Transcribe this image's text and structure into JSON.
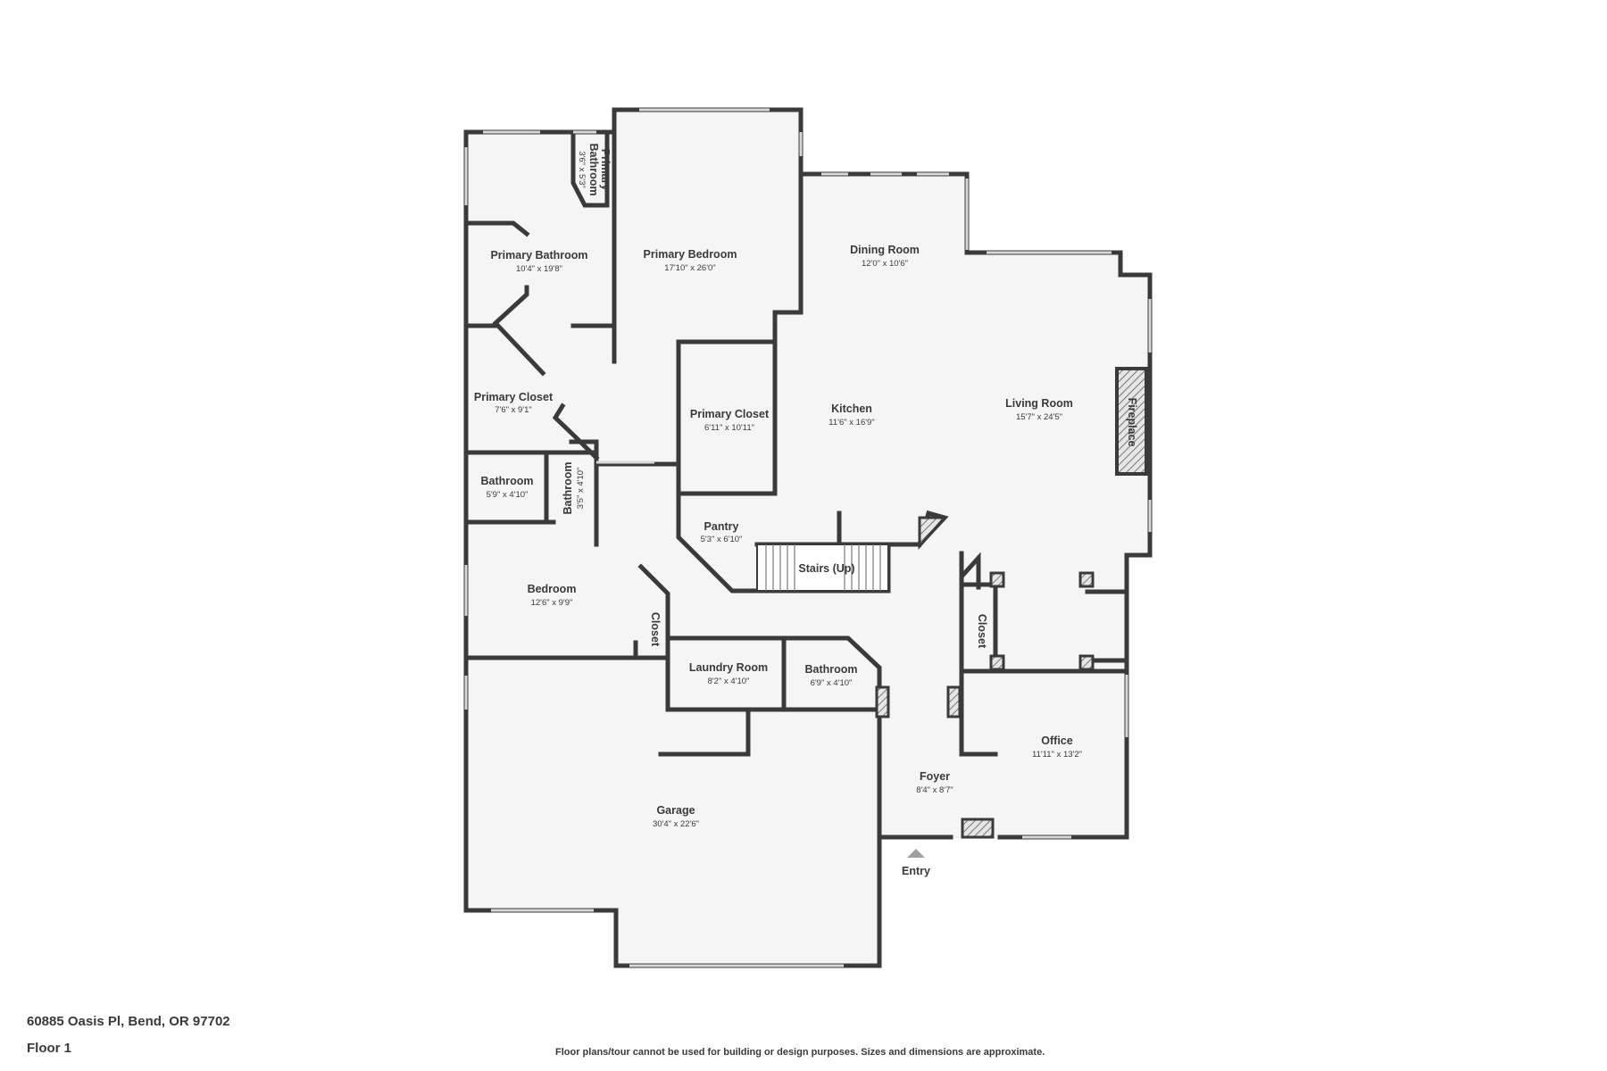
{
  "property": {
    "address": "60885 Oasis Pl, Bend, OR 97702",
    "floor_label": "Floor 1",
    "disclaimer": "Floor plans/tour cannot be used for building or design purposes. Sizes and dimensions are approximate."
  },
  "rooms": {
    "primary_bathroom_small": {
      "name_line1": "Primary",
      "name_line2": "Bathroom",
      "dims": "3'6\" x 5'3\""
    },
    "primary_bathroom": {
      "name": "Primary Bathroom",
      "dims": "10'4\" x 19'8\""
    },
    "primary_bedroom": {
      "name": "Primary Bedroom",
      "dims": "17'10\" x 26'0\""
    },
    "dining_room": {
      "name": "Dining Room",
      "dims": "12'0\" x 10'6\""
    },
    "primary_closet_left": {
      "name": "Primary Closet",
      "dims": "7'6\" x 9'1\""
    },
    "primary_closet_center": {
      "name": "Primary Closet",
      "dims": "6'11\" x 10'11\""
    },
    "kitchen": {
      "name": "Kitchen",
      "dims": "11'6\" x 16'9\""
    },
    "living_room": {
      "name": "Living Room",
      "dims": "15'7\" x 24'5\""
    },
    "fireplace": {
      "name": "Fireplace"
    },
    "bathroom_left": {
      "name": "Bathroom",
      "dims": "5'9\" x 4'10\""
    },
    "bathroom_vertical": {
      "name": "Bathroom",
      "dims": "3'5\" x 4'10\""
    },
    "pantry": {
      "name": "Pantry",
      "dims": "5'3\" x 6'10\""
    },
    "stairs": {
      "name": "Stairs (Up)"
    },
    "bedroom": {
      "name": "Bedroom",
      "dims": "12'6\" x 9'9\""
    },
    "closet_bedroom": {
      "name": "Closet"
    },
    "closet_foyer": {
      "name": "Closet"
    },
    "laundry_room": {
      "name": "Laundry Room",
      "dims": "8'2\" x 4'10\""
    },
    "bathroom_center": {
      "name": "Bathroom",
      "dims": "6'9\" x 4'10\""
    },
    "office": {
      "name": "Office",
      "dims": "11'11\" x 13'2\""
    },
    "foyer": {
      "name": "Foyer",
      "dims": "8'4\" x 8'7\""
    },
    "garage": {
      "name": "Garage",
      "dims": "30'4\" x 22'6\""
    }
  },
  "entry": {
    "label": "Entry"
  },
  "colors": {
    "wall": "#3a3a3a",
    "floor_fill": "#f5f5f5",
    "window": "#d8d8d8",
    "text": "#3a3a3a"
  }
}
